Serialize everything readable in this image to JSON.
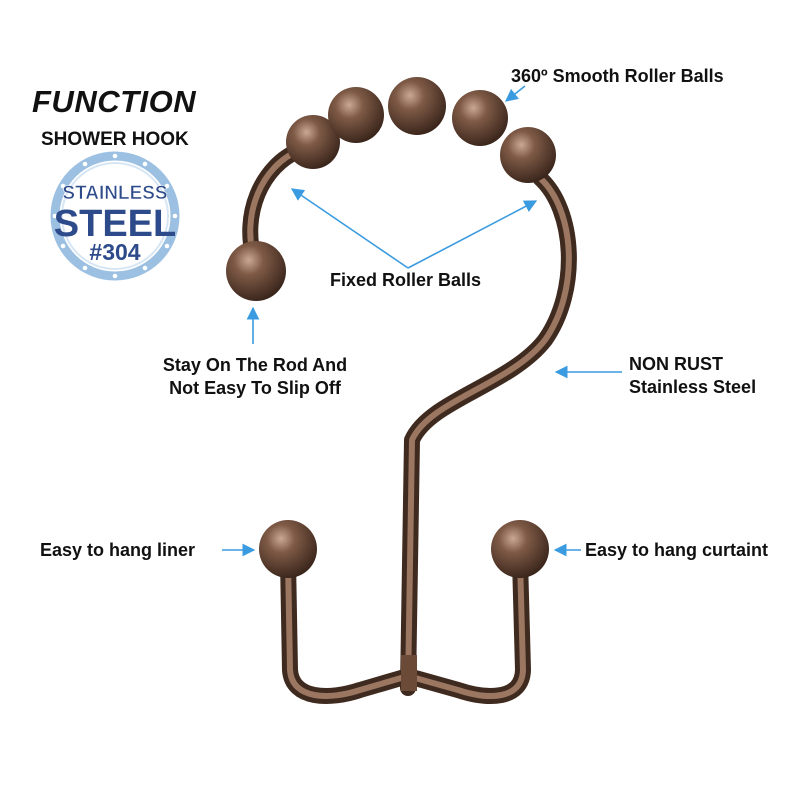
{
  "header": {
    "title": "FUNCTION",
    "subtitle": "SHOWER HOOK"
  },
  "badge": {
    "line1": "STAINLESS",
    "line2": "STEEL",
    "line3": "#304"
  },
  "callouts": {
    "roller_balls": "360º Smooth Roller Balls",
    "fixed_balls": "Fixed Roller Balls",
    "stay_line1": "Stay On The Rod And",
    "stay_line2": "Not Easy To Slip Off",
    "non_rust_line1": "NON RUST",
    "non_rust_line2": "Stainless Steel",
    "liner": "Easy to hang liner",
    "curtain": "Easy to hang curtaint"
  },
  "colors": {
    "bronze": "#6b4a38",
    "arrow": "#3b9be0",
    "badge_ring": "#8fb8df",
    "badge_text": "#2d4a8a"
  }
}
